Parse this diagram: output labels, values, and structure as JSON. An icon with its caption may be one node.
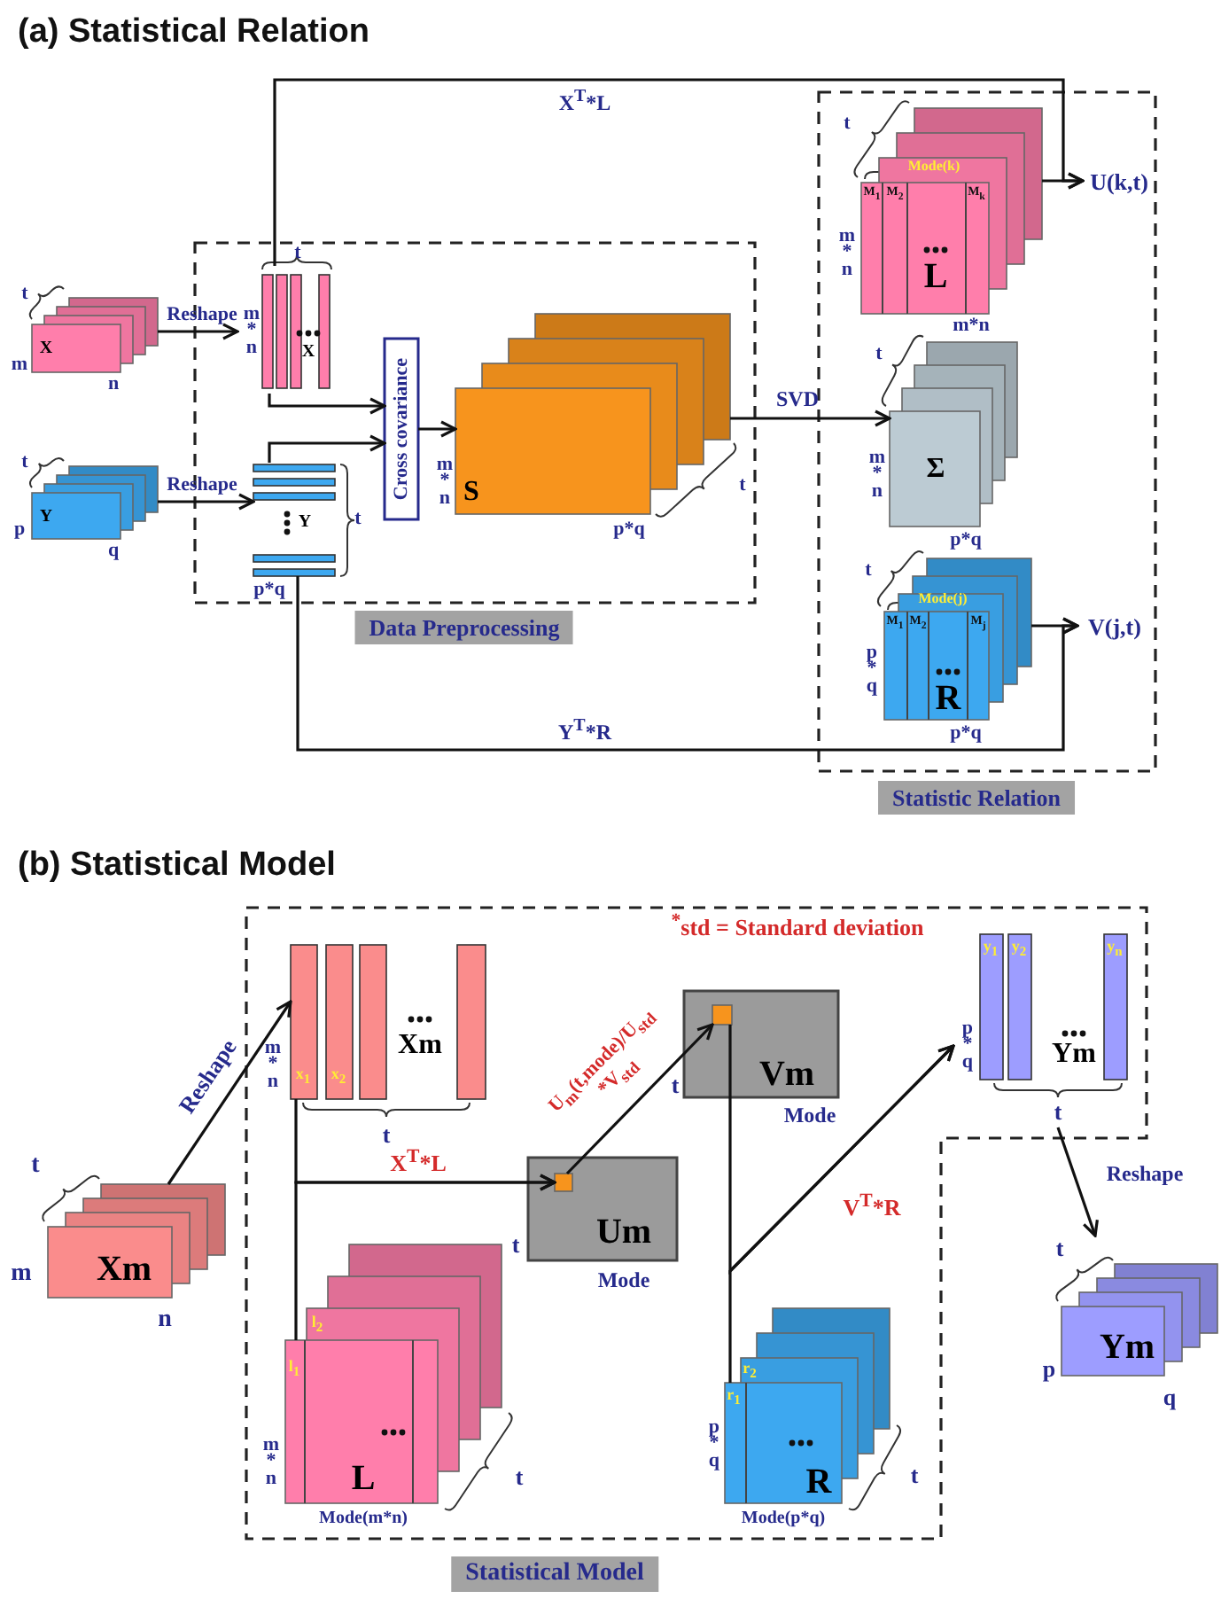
{
  "diagram": {
    "nodes": [
      {
        "text": [
          "Data Preprocessing"
        ]
      },
      {
        "text": [
          "Statistic Relation"
        ]
      },
      {
        "text": [
          "X"
        ],
        "beside": [
          "t",
          "m",
          "n"
        ]
      },
      {
        "text": [
          "Y"
        ],
        "beside": [
          "t",
          "p",
          "q"
        ]
      },
      {
        "text": [
          "X"
        ],
        "beside": [
          "t",
          "m * n"
        ],
        "in": 0
      },
      {
        "text": [
          "Y"
        ],
        "beside": [
          "t",
          "p*q"
        ],
        "in": 0
      },
      {
        "text": [
          "Cross covariance"
        ],
        "in": 0
      },
      {
        "text": [
          "S"
        ],
        "beside": [
          "m * n",
          "p*q",
          "t"
        ],
        "in": 0
      },
      {
        "text": [
          "Mode(k)",
          "M$_{1}$",
          "M$_{2}$",
          "M$_{k}$",
          "L"
        ],
        "beside": [
          "t",
          "m * n",
          "m*n"
        ],
        "in": 1
      },
      {
        "text": [
          "Σ"
        ],
        "beside": [
          "t",
          "m * n",
          "p*q"
        ],
        "in": 1
      },
      {
        "text": [
          "Mode(j)",
          "M$_{1}$",
          "M$_{2}$",
          "M$_{j}$",
          "R"
        ],
        "beside": [
          "t",
          "p * q",
          "p*q"
        ],
        "in": 1
      },
      {
        "text": [
          "U(k,t)"
        ],
        "in": 1
      },
      {
        "text": [
          "V(j,t)"
        ],
        "in": 1
      },
      {
        "text": [
          "Statistical Model"
        ]
      },
      {
        "text": [
          "Xm"
        ],
        "beside": [
          "t",
          "m",
          "n"
        ]
      },
      {
        "text": [
          "x$_{1}$",
          "x$_{2}$",
          "Xm"
        ],
        "beside": [
          "m * n",
          "t"
        ],
        "in": 13
      },
      {
        "text": [
          "l$_{1}$",
          "l$_{2}$",
          "L"
        ],
        "beside": [
          "m * n",
          "Mode(m*n)",
          "t"
        ],
        "in": 13
      },
      {
        "text": [
          "Um"
        ],
        "beside": [
          "t",
          "Mode"
        ],
        "in": 13
      },
      {
        "text": [
          "Vm"
        ],
        "beside": [
          "t",
          "Mode"
        ],
        "in": 13
      },
      {
        "text": [],
        "shape": "box",
        "in": 17
      },
      {
        "text": [],
        "shape": "box",
        "in": 18
      },
      {
        "text": [
          "r$_{1}$",
          "r$_{2}$",
          "R"
        ],
        "beside": [
          "p * q",
          "Mode(p*q)",
          "t"
        ],
        "in": 13
      },
      {
        "text": [
          "y$_{1}$",
          "y$_{2}$",
          "y$_{n}$",
          "Ym"
        ],
        "beside": [
          "p * q",
          "t"
        ],
        "in": 13
      },
      {
        "text": [
          "Ym"
        ],
        "beside": [
          "t",
          "p",
          "q"
        ]
      }
    ],
    "edges": [
      {
        "from": 2,
        "to": 4,
        "arrow": "to",
        "label": "Reshape"
      },
      {
        "from": 3,
        "to": 5,
        "arrow": "to",
        "label": "Reshape"
      },
      {
        "from": 4,
        "to": 6,
        "arrow": "to"
      },
      {
        "from": 5,
        "to": 6,
        "arrow": "to"
      },
      {
        "from": 6,
        "to": 7,
        "arrow": "to"
      },
      {
        "from": 7,
        "to": 9,
        "arrow": "to",
        "label": "SVD"
      },
      {
        "from": 4,
        "to": 11,
        "arrow": "to",
        "label": "X$^{T}$*L"
      },
      {
        "from": 8,
        "to": 11,
        "arrow": "to"
      },
      {
        "from": 5,
        "to": 12,
        "arrow": "to",
        "label": "Y$^{T}$*R"
      },
      {
        "from": 10,
        "to": 12,
        "arrow": "to"
      },
      {
        "from": 14,
        "to": 15,
        "arrow": "to",
        "label": "Reshape"
      },
      {
        "from": 15,
        "to": 19,
        "arrow": "to",
        "label": "X$^{T}$*L"
      },
      {
        "from": 16,
        "to": 19,
        "arrow": "to"
      },
      {
        "from": 19,
        "to": 20,
        "arrow": "to",
        "label": "U$_{m}$(t,mode)/U$_{std}$ *V$_{std}$"
      },
      {
        "from": 20,
        "to": 22,
        "arrow": "to",
        "label": "V$^{T}$*R"
      },
      {
        "from": 21,
        "to": 22,
        "arrow": "to"
      },
      {
        "from": 22,
        "to": 23,
        "arrow": "to",
        "label": "Reshape"
      }
    ],
    "labels": [
      "(a) Statistical Relation",
      "(b) Statistical Model",
      "$^{*}$std = Standard deviation"
    ]
  }
}
